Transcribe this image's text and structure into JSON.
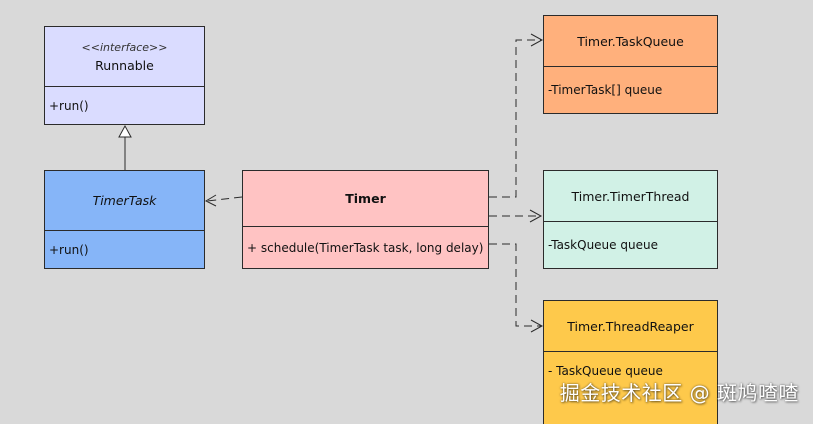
{
  "classes": {
    "runnable": {
      "stereotype": "<<interface>>",
      "name": "Runnable",
      "members": [
        "+run()"
      ],
      "fill": "#dadcff"
    },
    "timertask": {
      "name": "TimerTask",
      "members": [
        "+run()"
      ],
      "fill": "#86b5f8"
    },
    "timer": {
      "name": "Timer",
      "members": [
        "+ schedule(TimerTask task, long delay)"
      ],
      "fill": "#ffc3c3"
    },
    "taskqueue": {
      "name": "Timer.TaskQueue",
      "members": [
        "-TimerTask[] queue"
      ],
      "fill": "#ffb07c"
    },
    "timerthread": {
      "name": "Timer.TimerThread",
      "members": [
        "-TaskQueue queue"
      ],
      "fill": "#d1f1e6"
    },
    "threadreaper": {
      "name": "Timer.ThreadReaper",
      "members": [
        "- TaskQueue queue"
      ],
      "fill": "#fec94b"
    }
  },
  "watermark": "掘金技术社区 @ 斑鸠喳喳",
  "colors": {
    "background": "#d9d9d9",
    "line": "#2b2b2b"
  }
}
